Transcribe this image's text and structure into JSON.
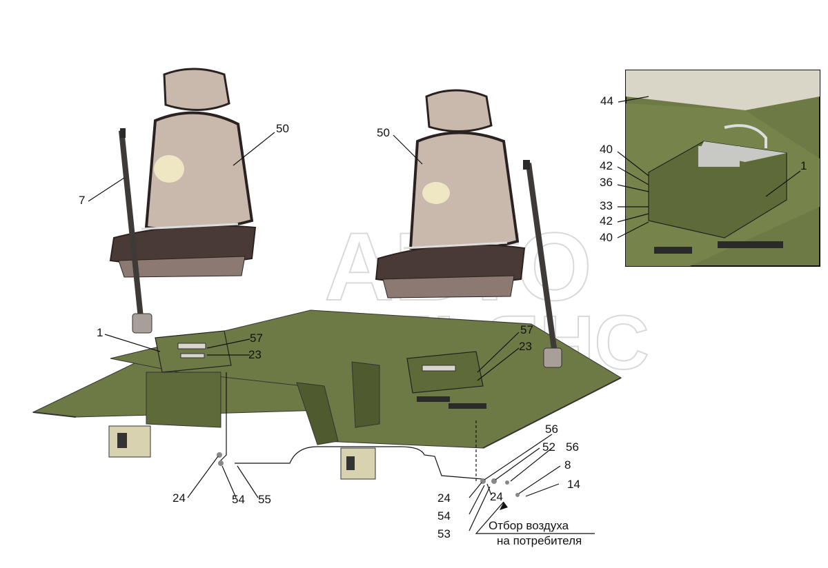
{
  "callouts": {
    "c7": "7",
    "c50a": "50",
    "c50b": "50",
    "c44": "44",
    "c40a": "40",
    "c42a": "42",
    "c36": "36",
    "c33": "33",
    "c42b": "42",
    "c40b": "40",
    "c1a": "1",
    "c1b": "1",
    "c57a": "57",
    "c23a": "23",
    "c57b": "57",
    "c23b": "23",
    "c24a": "24",
    "c54a": "54",
    "c55": "55",
    "c56a": "56",
    "c52": "52",
    "c56b": "56",
    "c8": "8",
    "c14": "14",
    "c24b": "24",
    "c24c": "24",
    "c54b": "54",
    "c53": "53"
  },
  "note": {
    "line1": "Отбор воздуха",
    "line2": "на потребителя"
  },
  "watermark": {
    "line1": "АВТО",
    "line2": "АЛЬЯНС"
  },
  "colors": {
    "floor": "#6e7a45",
    "floor_dark": "#4f5a2e",
    "seat_light": "#c9b9ad",
    "seat_dark": "#4a3a36",
    "belt": "#3e3a38",
    "frame": "#333333"
  }
}
